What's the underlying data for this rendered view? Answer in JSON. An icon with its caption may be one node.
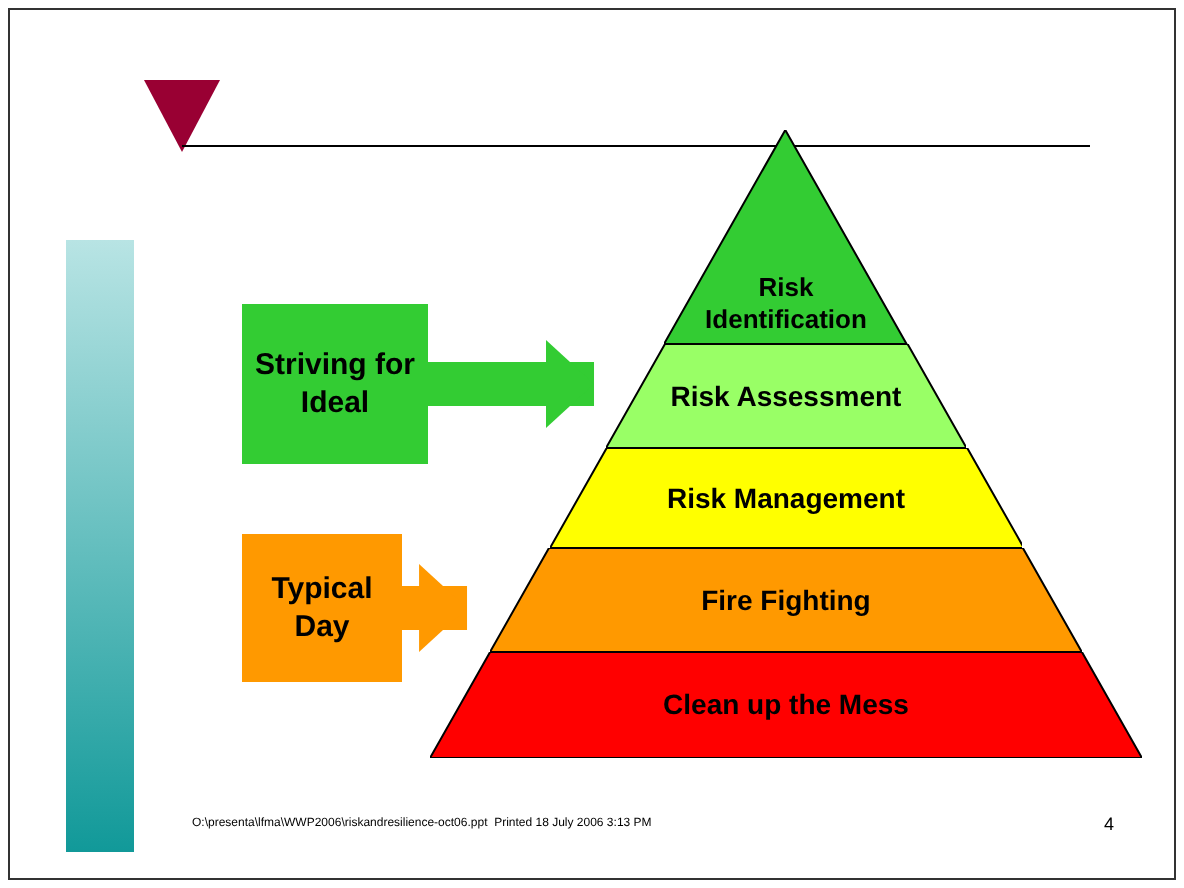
{
  "diagram": {
    "nodes": [
      {
        "text": [
          "Risk Identification"
        ]
      },
      {
        "text": [
          "Risk Assessment"
        ]
      },
      {
        "text": [
          "Risk Management"
        ]
      },
      {
        "text": [
          "Fire Fighting"
        ]
      },
      {
        "text": [
          "Clean up the Mess"
        ]
      },
      {
        "text": [
          "Striving for Ideal"
        ]
      },
      {
        "text": [
          "Typical Day"
        ]
      },
      {
        "text": [],
        "shape": "bar"
      }
    ],
    "edges": [
      {
        "from": 5,
        "to": 1,
        "arrow": "to",
        "color": "#33cc33"
      },
      {
        "from": 6,
        "to": 3,
        "arrow": "to",
        "color": "#ff9900"
      }
    ],
    "labels": [
      "O:\\presenta\\lfma\\WWP2006\\riskandresilience-oct06.ppt  Printed 18 July 2006 3:13 PM",
      "4"
    ]
  }
}
